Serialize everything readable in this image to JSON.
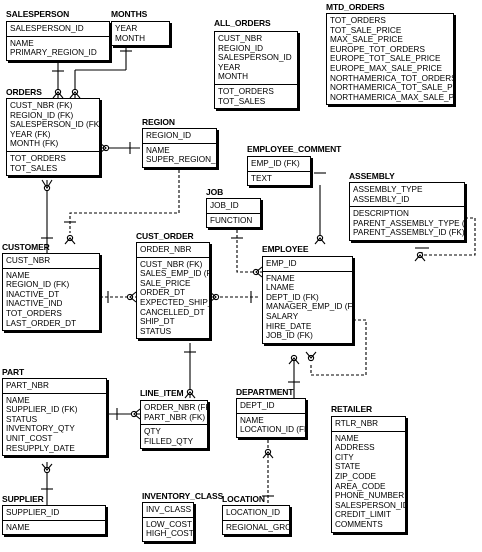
{
  "entities": {
    "salesperson": {
      "title": "SALESPERSON",
      "keys": [
        "SALESPERSON_ID"
      ],
      "attrs": [
        "NAME",
        "PRIMARY_REGION_ID"
      ]
    },
    "months": {
      "title": "MONTHS",
      "keys": [
        "YEAR",
        "MONTH"
      ],
      "attrs": []
    },
    "all_orders": {
      "title": "ALL_ORDERS",
      "keys": [
        "CUST_NBR",
        "REGION_ID",
        "SALESPERSON_ID",
        "YEAR",
        "MONTH"
      ],
      "attrs": [
        "TOT_ORDERS",
        "TOT_SALES"
      ]
    },
    "mtd_orders": {
      "title": "MTD_ORDERS",
      "keys": [
        "TOT_ORDERS",
        "TOT_SALE_PRICE",
        "MAX_SALE_PRICE",
        "EUROPE_TOT_ORDERS",
        "EUROPE_TOT_SALE_PRICE",
        "EUROPE_MAX_SALE_PRICE",
        "NORTHAMERICA_TOT_ORDERS",
        "NORTHAMERICA_TOT_SALE_PRICE",
        "NORTHAMERICA_MAX_SALE_PRICE"
      ],
      "attrs": []
    },
    "orders": {
      "title": "ORDERS",
      "keys": [
        "CUST_NBR (FK)",
        "REGION_ID (FK)",
        "SALESPERSON_ID (FK)",
        "YEAR (FK)",
        "MONTH (FK)"
      ],
      "attrs": [
        "TOT_ORDERS",
        "TOT_SALES"
      ]
    },
    "region": {
      "title": "REGION",
      "keys": [
        "REGION_ID"
      ],
      "attrs": [
        "NAME",
        "SUPER_REGION_ID"
      ]
    },
    "employee_comment": {
      "title": "EMPLOYEE_COMMENT",
      "keys": [
        "EMP_ID (FK)"
      ],
      "attrs": [
        "TEXT"
      ]
    },
    "job": {
      "title": "JOB",
      "keys": [
        "JOB_ID"
      ],
      "attrs": [
        "FUNCTION"
      ]
    },
    "assembly": {
      "title": "ASSEMBLY",
      "keys": [
        "ASSEMBLY_TYPE",
        "ASSEMBLY_ID"
      ],
      "attrs": [
        "DESCRIPTION",
        "PARENT_ASSEMBLY_TYPE (FK)",
        "PARENT_ASSEMBLY_ID (FK)"
      ]
    },
    "customer": {
      "title": "CUSTOMER",
      "keys": [
        "CUST_NBR"
      ],
      "attrs": [
        "NAME",
        "REGION_ID (FK)",
        "INACTIVE_DT",
        "INACTIVE_IND",
        "TOT_ORDERS",
        "LAST_ORDER_DT"
      ]
    },
    "cust_order": {
      "title": "CUST_ORDER",
      "keys": [
        "ORDER_NBR"
      ],
      "attrs": [
        "CUST_NBR (FK)",
        "SALES_EMP_ID (FK)",
        "SALE_PRICE",
        "ORDER_DT",
        "EXPECTED_SHIP_DT",
        "CANCELLED_DT",
        "SHIP_DT",
        "STATUS"
      ]
    },
    "employee": {
      "title": "EMPLOYEE",
      "keys": [
        "EMP_ID"
      ],
      "attrs": [
        "FNAME",
        "LNAME",
        "DEPT_ID (FK)",
        "MANAGER_EMP_ID (FK)",
        "SALARY",
        "HIRE_DATE",
        "JOB_ID (FK)"
      ]
    },
    "part": {
      "title": "PART",
      "keys": [
        "PART_NBR"
      ],
      "attrs": [
        "NAME",
        "SUPPLIER_ID (FK)",
        "STATUS",
        "INVENTORY_QTY",
        "UNIT_COST",
        "RESUPPLY_DATE"
      ]
    },
    "line_item": {
      "title": "LINE_ITEM",
      "keys": [
        "ORDER_NBR (FK)",
        "PART_NBR (FK)"
      ],
      "attrs": [
        "QTY",
        "FILLED_QTY"
      ]
    },
    "department": {
      "title": "DEPARTMENT",
      "keys": [
        "DEPT_ID"
      ],
      "attrs": [
        "NAME",
        "LOCATION_ID (FK)"
      ]
    },
    "retailer": {
      "title": "RETAILER",
      "keys": [
        "RTLR_NBR"
      ],
      "attrs": [
        "NAME",
        "ADDRESS",
        "CITY",
        "STATE",
        "ZIP_CODE",
        "AREA_CODE",
        "PHONE_NUMBER",
        "SALESPERSON_ID",
        "CREDIT_LIMIT",
        "COMMENTS"
      ]
    },
    "supplier": {
      "title": "SUPPLIER",
      "keys": [
        "SUPPLIER_ID"
      ],
      "attrs": [
        "NAME"
      ]
    },
    "inventory_class": {
      "title": "INVENTORY_CLASS",
      "keys": [
        "INV_CLASS"
      ],
      "attrs": [
        "LOW_COST",
        "HIGH_COST"
      ]
    },
    "location": {
      "title": "LOCATION",
      "keys": [
        "LOCATION_ID"
      ],
      "attrs": [
        "REGIONAL_GROUP"
      ]
    }
  }
}
